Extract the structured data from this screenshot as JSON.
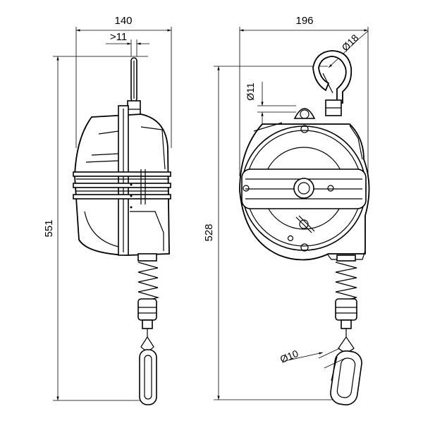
{
  "dimensions": {
    "side_width": "140",
    "side_offset": ">11",
    "side_height": "551",
    "front_width": "196",
    "front_height": "528",
    "hook_diameter": "Ø18",
    "eye_diameter": "Ø11",
    "wire_diameter": "Ø10"
  }
}
